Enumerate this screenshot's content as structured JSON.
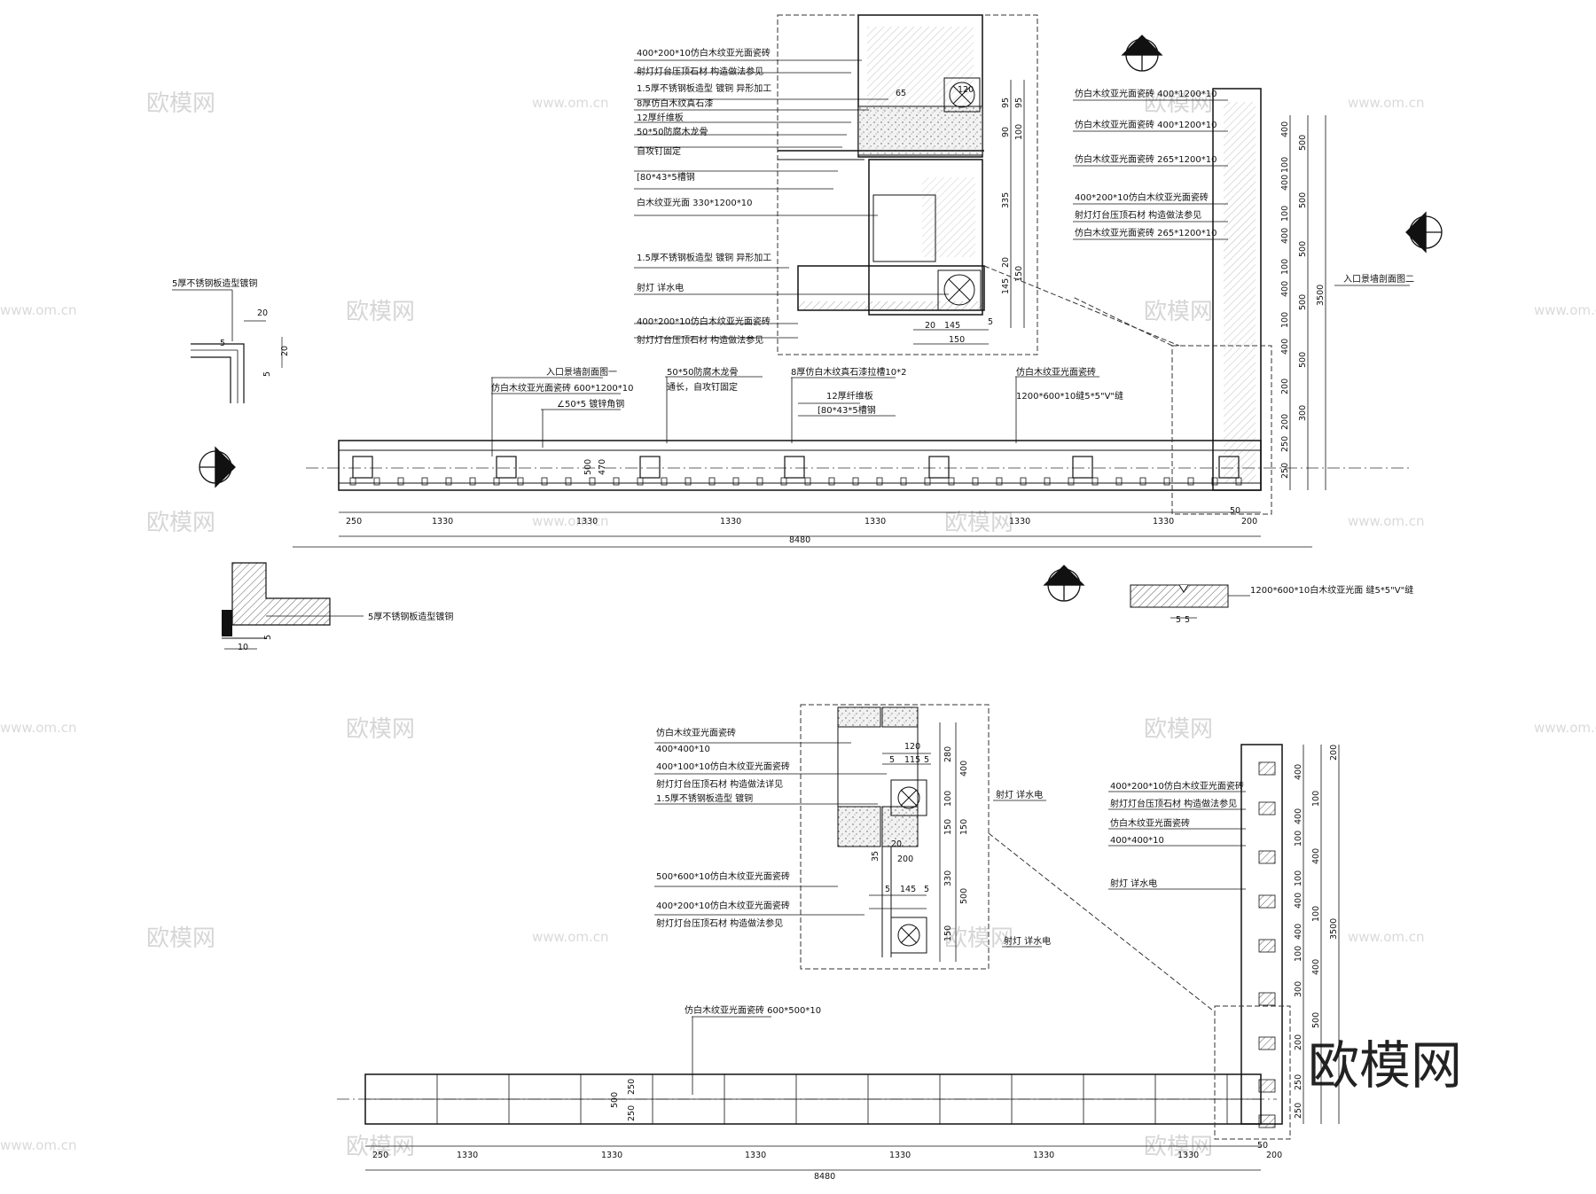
{
  "watermark": {
    "brand": "欧模网",
    "site": "www.om.cn",
    "corner": "欧模网"
  },
  "plan_one": {
    "title": "入口景墙剖面图一",
    "dims": [
      "250",
      "1330",
      "1330",
      "1330",
      "1330",
      "1330",
      "1330",
      "200",
      "8480",
      "500",
      "470",
      "50"
    ],
    "right_dims": [
      "400",
      "500",
      "100",
      "400",
      "500",
      "100",
      "400",
      "500",
      "100",
      "400",
      "500",
      "100",
      "400",
      "500",
      "200",
      "300",
      "200",
      "250",
      "250",
      "3500"
    ],
    "labels": [
      "仿白木纹亚光面瓷砖 600*1200*10",
      "∠50*5 镀锌角钢",
      "50*50防腐木龙骨",
      "通长，自攻钉固定",
      "8厚仿白木纹真石漆拉槽10*2",
      "12厚纤维板",
      "[80*43*5槽钢",
      "仿白木纹亚光面瓷砖",
      "1200*600*10缝5*5\"V\"缝"
    ]
  },
  "section_two": {
    "title": "入口景墙剖面图二",
    "labels": [
      "仿白木纹亚光面瓷砖 400*1200*10",
      "仿白木纹亚光面瓷砖 400*1200*10",
      "仿白木纹亚光面瓷砖 265*1200*10",
      "400*200*10仿白木纹亚光面瓷砖",
      "射灯灯台压顶石材  构造做法参见",
      "仿白木纹亚光面瓷砖 265*1200*10"
    ]
  },
  "detail_top": {
    "labels": [
      "400*200*10仿白木纹亚光面瓷砖",
      "射灯灯台压顶石材  构造做法参见",
      "1.5厚不锈钢板造型 镀铜 异形加工",
      "8厚仿白木纹真石漆",
      "12厚纤维板",
      "50*50防腐木龙骨",
      "自攻钉固定",
      "[80*43*5槽钢",
      "白木纹亚光面 330*1200*10",
      "1.5厚不锈钢板造型 镀铜 异形加工",
      "射灯  详水电",
      "400*200*10仿白木纹亚光面瓷砖",
      "射灯灯台压顶石材  构造做法参见"
    ],
    "dims": [
      "95",
      "95",
      "90",
      "100",
      "335",
      "20",
      "145",
      "150",
      "20",
      "145",
      "5",
      "150",
      "65",
      "120"
    ]
  },
  "small_details": {
    "steel_top": "5厚不锈钢板造型镀铜",
    "steel_top_dims": [
      "20",
      "5",
      "20",
      "5"
    ],
    "steel_bottom": "5厚不锈钢板造型镀铜",
    "steel_bottom_dims": [
      "10",
      "5"
    ],
    "joint": "1200*600*10白木纹亚光面  缝5*5\"V\"缝",
    "joint_dims": [
      "5",
      "5"
    ]
  },
  "plan_two": {
    "label": "仿白木纹亚光面瓷砖 600*500*10",
    "dims": [
      "250",
      "1330",
      "1330",
      "1330",
      "1330",
      "1330",
      "1330",
      "200",
      "8480",
      "500",
      "250",
      "250",
      "50"
    ],
    "right_dims": [
      "200",
      "400",
      "100",
      "400",
      "100",
      "400",
      "100",
      "400",
      "100",
      "400",
      "100",
      "400",
      "300",
      "500",
      "200",
      "250",
      "250",
      "3500"
    ],
    "labels": [
      "400*200*10仿白木纹亚光面瓷砖",
      "射灯灯台压顶石材  构造做法参见",
      "仿白木纹亚光面瓷砖",
      "400*400*10",
      "射灯  详水电"
    ]
  },
  "detail_bottom": {
    "labels": [
      "仿白木纹亚光面瓷砖",
      "400*400*10",
      "400*100*10仿白木纹亚光面瓷砖",
      "射灯灯台压顶石材  构造做法详见",
      "1.5厚不锈钢板造型  镀铜",
      "500*600*10仿白木纹亚光面瓷砖",
      "400*200*10仿白木纹亚光面瓷砖",
      "射灯灯台压顶石材  构造做法参见",
      "射灯  详水电",
      "射灯  详水电"
    ],
    "dims": [
      "120",
      "5",
      "115",
      "5",
      "280",
      "400",
      "100",
      "150",
      "150",
      "35",
      "200",
      "5",
      "145",
      "5",
      "330",
      "500",
      "150",
      "20"
    ]
  }
}
